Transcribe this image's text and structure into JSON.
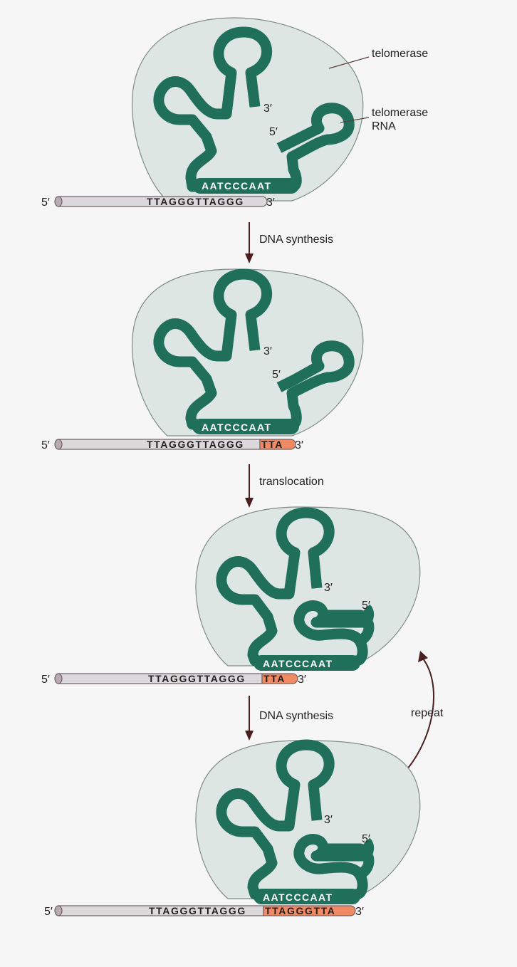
{
  "labels": {
    "telomerase": "telomerase",
    "telomerase_rna_line1": "telomerase",
    "telomerase_rna_line2": "RNA",
    "five_prime": "5′",
    "three_prime": "3′"
  },
  "template_sequence": "AATCCCAAT",
  "steps": [
    {
      "dna_old": "TTAGGGTTAGGG",
      "dna_new": ""
    },
    {
      "dna_old": "TTAGGGTTAGGG",
      "dna_new": "TTA"
    },
    {
      "dna_old": "TTAGGGTTAGGG",
      "dna_new": "TTA"
    },
    {
      "dna_old": "TTAGGGTTAGGG",
      "dna_new": "TTAGGGTTA"
    }
  ],
  "transitions": [
    {
      "label": "DNA synthesis"
    },
    {
      "label": "translocation"
    },
    {
      "label": "DNA synthesis"
    }
  ],
  "cycle_label": "repeat",
  "colors": {
    "enzyme": "#dde6e2",
    "rna": "#1f6f5a",
    "dna": "#ddd8dc",
    "new_dna": "#f08a62",
    "arrow": "#4a1f1f"
  }
}
